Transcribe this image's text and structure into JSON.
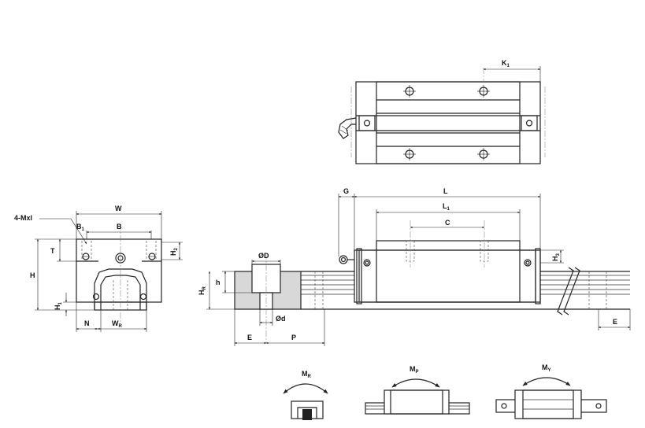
{
  "labels": {
    "k1": "K",
    "k1_sub": "1",
    "w": "W",
    "b": "B",
    "b1": "B",
    "b1_sub": "1",
    "mxl": "4-Mxl",
    "t": "T",
    "h2": "H",
    "h2_sub": "2",
    "h": "H",
    "h1": "H",
    "h1_sub": "1",
    "n": "N",
    "wr": "W",
    "wr_sub": "R",
    "g": "G",
    "l": "L",
    "l1": "L",
    "l1_sub": "1",
    "c": "C",
    "h3": "H",
    "h3_sub": "3",
    "od_top": "ØD",
    "h_small": "h",
    "hr": "H",
    "hr_sub": "R",
    "od_small": "Ød",
    "e_left": "E",
    "p": "P",
    "e_right": "E",
    "mr": "M",
    "mr_sub": "R",
    "mp": "M",
    "mp_sub": "P",
    "my": "M",
    "my_sub": "Y"
  }
}
